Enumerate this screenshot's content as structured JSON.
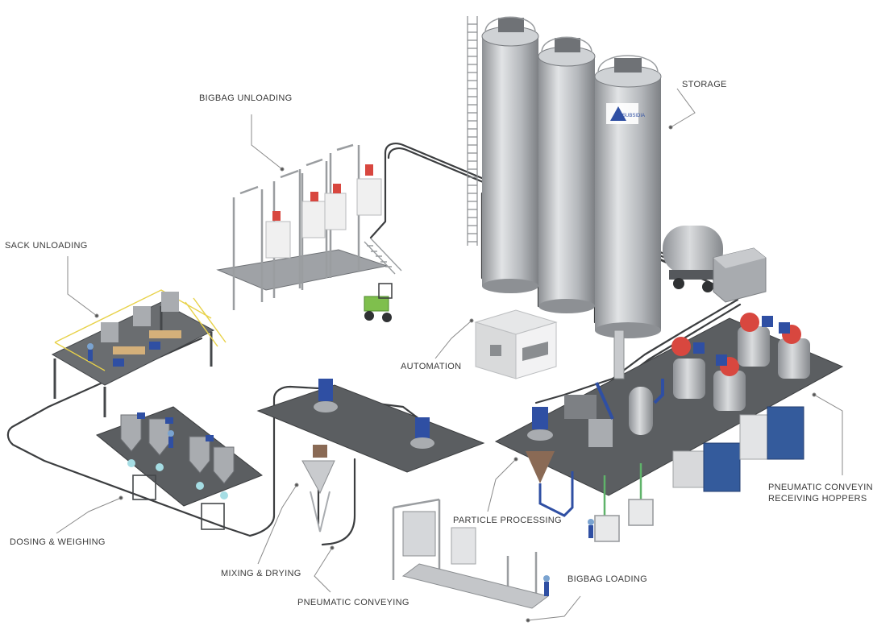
{
  "labels": {
    "storage": "STORAGE",
    "bigbag_unloading": "BIGBAG UNLOADING",
    "sack_unloading": "SACK UNLOADING",
    "automation": "AUTOMATION",
    "dosing_weighing": "DOSING & WEIGHING",
    "mixing_drying": "MIXING & DRYING",
    "pneumatic_conveying": "PNEUMATIC CONVEYING",
    "particle_processing": "PARTICLE PROCESSING",
    "bigbag_loading": "BIGBAG LOADING",
    "receiving_line1": "PNEUMATIC CONVEYING /",
    "receiving_line2": "RECEIVING HOPPERS"
  },
  "silo_logo": "SUBSIDIA",
  "colors": {
    "silo": "#b9bcc0",
    "platform": "#5b5e61",
    "pipe": "#3a3c3e",
    "leader": "#8a8a8a",
    "blue_equipment": "#2f4fa3",
    "red_equipment": "#d8473f",
    "forklift": "#7fbf4d",
    "rail": "#e8d24a"
  }
}
